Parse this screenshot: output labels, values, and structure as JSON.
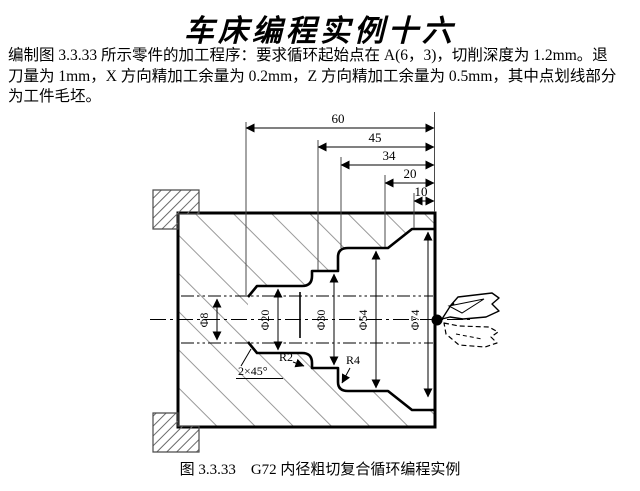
{
  "page": {
    "title": "车床编程实例十六",
    "body_text": "编制图 3.3.33 所示零件的加工程序：要求循环起始点在 A(6，3)，切削深度为 1.2mm。退\n刀量为 1mm，X 方向精加工余量为 0.2mm，Z 方向精加工余量为 0.5mm，其中点划线部分\n为工件毛坯。",
    "caption": "图 3.3.33    G72 内径粗切复合循环编程实例"
  },
  "drawing": {
    "length_dims": [
      {
        "label": "60"
      },
      {
        "label": "45"
      },
      {
        "label": "34"
      },
      {
        "label": "20"
      },
      {
        "label": "10"
      }
    ],
    "diameter_dims": [
      {
        "label": "Φ8"
      },
      {
        "label": "Φ20"
      },
      {
        "label": "Φ30"
      },
      {
        "label": "Φ54"
      },
      {
        "label": "Φ74"
      }
    ],
    "fillet_labels": [
      {
        "label": "R2"
      },
      {
        "label": "R4"
      }
    ],
    "chamfer_label": "2×45°"
  },
  "colors": {
    "background": "#ffffff",
    "line": "#000000",
    "part_hatch": "#9a9a9a",
    "jaw_hatch": "#6a6a6a"
  }
}
